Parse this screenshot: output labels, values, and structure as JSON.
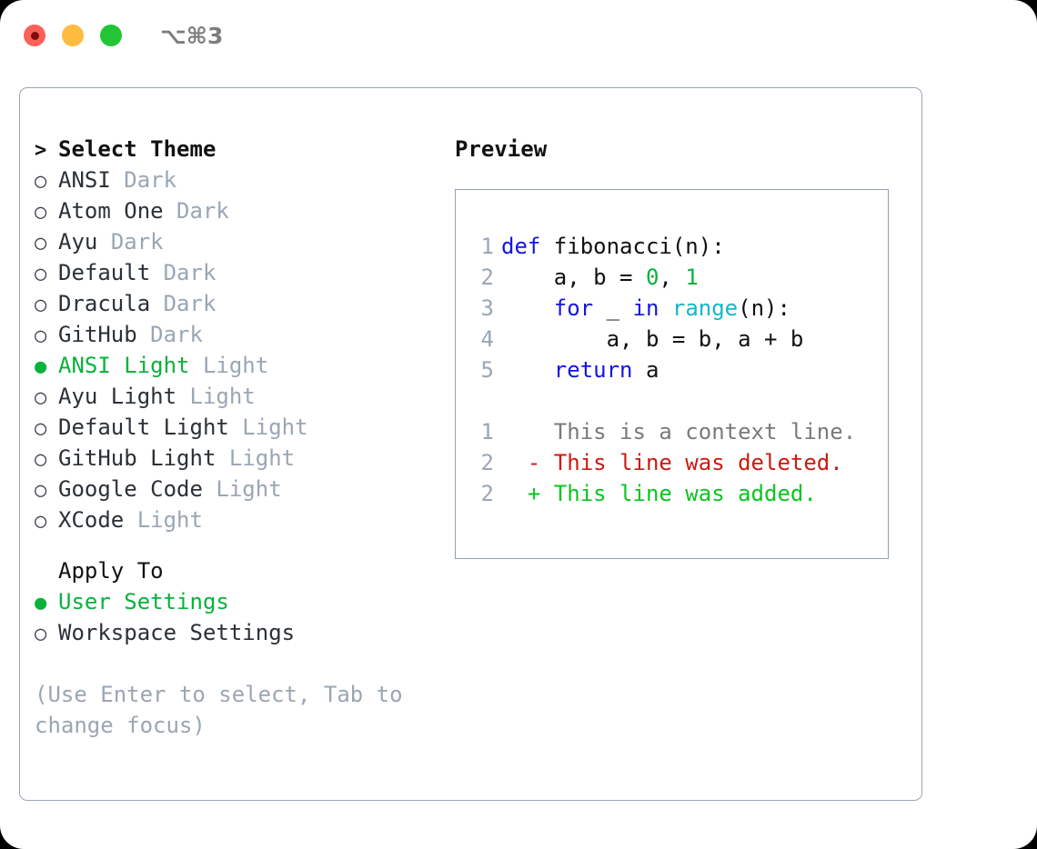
{
  "window": {
    "traffic_lights": [
      "close",
      "minimize",
      "maximize"
    ],
    "shortcut_label": "⌥⌘3",
    "accent_green": "#0ab13c",
    "muted_gray": "#9aa6b4",
    "border_color": "#9aa6b4"
  },
  "theme_panel": {
    "header_marker": ">",
    "header_label": "Select Theme",
    "selected_marker": "●",
    "unselected_marker": "○",
    "items": [
      {
        "name": "ANSI",
        "kind": "Dark",
        "selected": false
      },
      {
        "name": "Atom One",
        "kind": "Dark",
        "selected": false
      },
      {
        "name": "Ayu",
        "kind": "Dark",
        "selected": false
      },
      {
        "name": "Default",
        "kind": "Dark",
        "selected": false
      },
      {
        "name": "Dracula",
        "kind": "Dark",
        "selected": false
      },
      {
        "name": "GitHub",
        "kind": "Dark",
        "selected": false
      },
      {
        "name": "ANSI Light",
        "kind": "Light",
        "selected": true
      },
      {
        "name": "Ayu Light",
        "kind": "Light",
        "selected": false
      },
      {
        "name": "Default Light",
        "kind": "Light",
        "selected": false
      },
      {
        "name": "GitHub Light",
        "kind": "Light",
        "selected": false
      },
      {
        "name": "Google Code",
        "kind": "Light",
        "selected": false
      },
      {
        "name": "XCode",
        "kind": "Light",
        "selected": false
      }
    ]
  },
  "apply_to": {
    "heading": "Apply To",
    "options": [
      {
        "label": "User Settings",
        "selected": true
      },
      {
        "label": "Workspace Settings",
        "selected": false
      }
    ]
  },
  "hint": {
    "text": "(Use Enter to select, Tab to change focus)"
  },
  "preview": {
    "title": "Preview",
    "code_lines": [
      {
        "number": "1",
        "tokens": [
          {
            "text": "def ",
            "type": "kw"
          },
          {
            "text": "fibonacci",
            "type": "fn"
          },
          {
            "text": "(n):",
            "type": "plain"
          }
        ]
      },
      {
        "number": "2",
        "tokens": [
          {
            "text": "    a, b = ",
            "type": "plain"
          },
          {
            "text": "0",
            "type": "num"
          },
          {
            "text": ", ",
            "type": "plain"
          },
          {
            "text": "1",
            "type": "num"
          }
        ]
      },
      {
        "number": "3",
        "tokens": [
          {
            "text": "    ",
            "type": "plain"
          },
          {
            "text": "for",
            "type": "kw"
          },
          {
            "text": " _ ",
            "type": "plain"
          },
          {
            "text": "in",
            "type": "kw"
          },
          {
            "text": " ",
            "type": "plain"
          },
          {
            "text": "range",
            "type": "builtin"
          },
          {
            "text": "(n):",
            "type": "plain"
          }
        ]
      },
      {
        "number": "4",
        "tokens": [
          {
            "text": "        a, b = b, a + b",
            "type": "plain"
          }
        ]
      },
      {
        "number": "5",
        "tokens": [
          {
            "text": "    ",
            "type": "plain"
          },
          {
            "text": "return",
            "type": "kw"
          },
          {
            "text": " a",
            "type": "plain"
          }
        ]
      }
    ],
    "diff_lines": [
      {
        "number": "1",
        "sign": " ",
        "text": " This is a context line.",
        "type": "ctx"
      },
      {
        "number": "2",
        "sign": "-",
        "text": " This line was deleted.",
        "type": "del"
      },
      {
        "number": "2",
        "sign": "+",
        "text": " This line was added.",
        "type": "add"
      }
    ]
  }
}
